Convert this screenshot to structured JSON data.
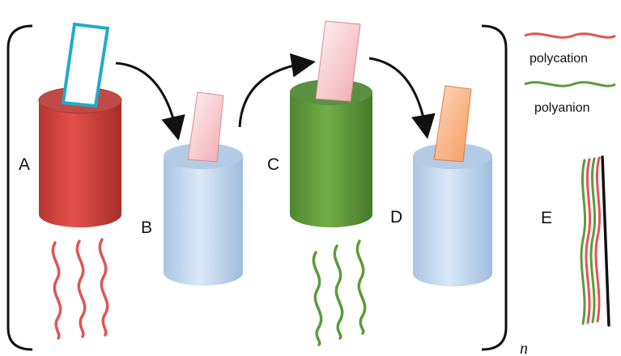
{
  "labels": {
    "a": "A",
    "b": "B",
    "c": "C",
    "d": "D",
    "e": "E",
    "repeat": "n"
  },
  "legend": {
    "polycation": {
      "label": "polycation",
      "color": "#e05555"
    },
    "polyanion": {
      "label": "polyanion",
      "color": "#5f9a3a"
    }
  },
  "colors": {
    "beaker_a": "#d6463f",
    "beaker_b": "#c5daf0",
    "beaker_c": "#5f9a3a",
    "beaker_d": "#c5daf0",
    "substrate_initial": "#22aacc",
    "substrate_pink": "#f2b6bb",
    "substrate_orange": "#f5a06a"
  },
  "icons": {
    "arrow": "curved-arrow",
    "bracket": "square-bracket"
  }
}
